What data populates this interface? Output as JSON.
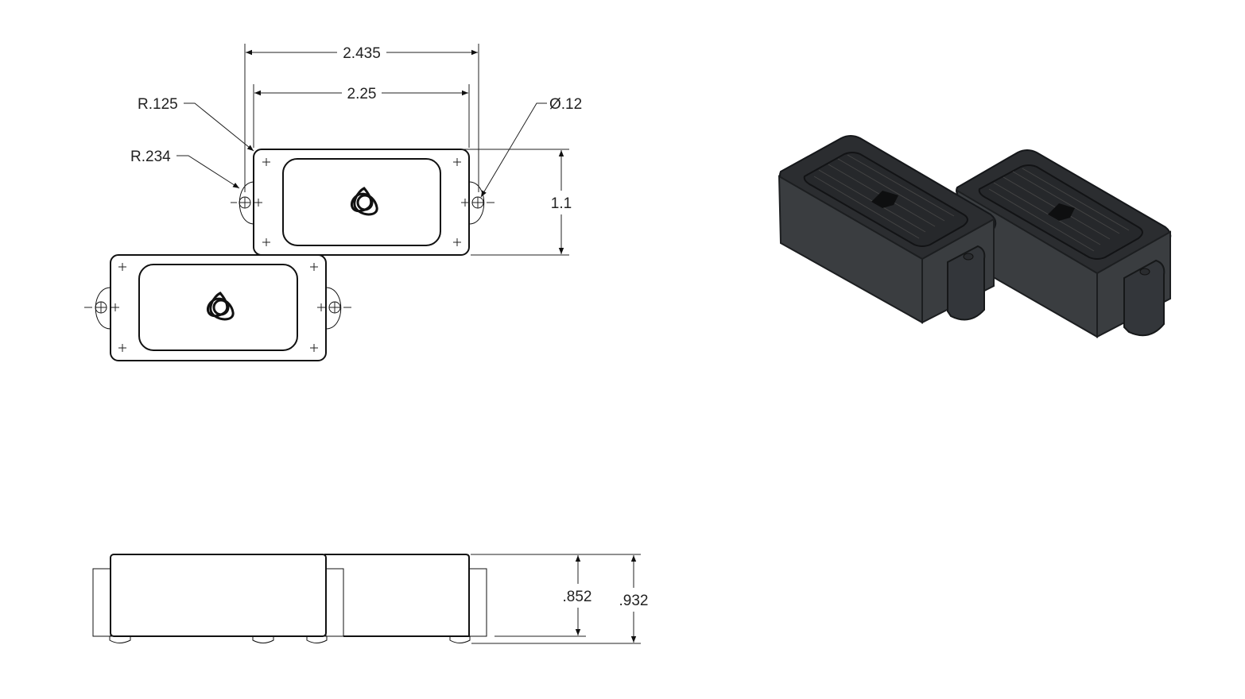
{
  "dimensions": {
    "overall_width": "2.435",
    "body_width": "2.25",
    "corner_radius": "R.125",
    "tab_radius": "R.234",
    "hole_diameter": "Ø.12",
    "body_height": "1.1",
    "body_thickness": ".852",
    "overall_thickness": ".932"
  }
}
